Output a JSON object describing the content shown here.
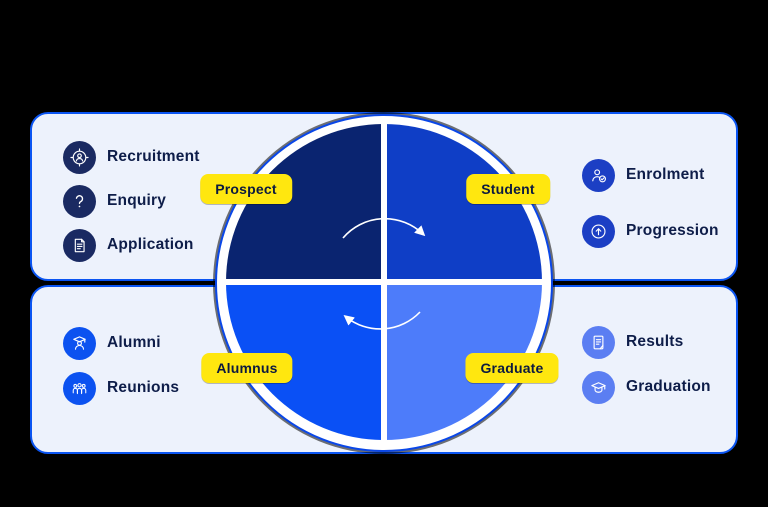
{
  "cycle": {
    "direction": "clockwise",
    "badge_bg": "#ffe70f",
    "badge_text_color": "#0c1a40",
    "quadrants": [
      {
        "id": "prospect",
        "label": "Prospect",
        "color": "#0a2470"
      },
      {
        "id": "student",
        "label": "Student",
        "color": "#0f3ec6"
      },
      {
        "id": "graduate",
        "label": "Graduate",
        "color": "#4d7cfa"
      },
      {
        "id": "alumnus",
        "label": "Alumnus",
        "color": "#0a50f5"
      }
    ]
  },
  "panels": {
    "prospect": {
      "icon_color": "#1a2a62",
      "items": [
        {
          "label": "Recruitment",
          "icon": "target-person-icon"
        },
        {
          "label": "Enquiry",
          "icon": "question-icon"
        },
        {
          "label": "Application",
          "icon": "document-icon"
        }
      ]
    },
    "student": {
      "icon_color": "#1c3fc4",
      "items": [
        {
          "label": "Enrolment",
          "icon": "person-check-icon"
        },
        {
          "label": "Progression",
          "icon": "arrow-up-circle-icon"
        }
      ]
    },
    "alumnus": {
      "icon_color": "#0c52f0",
      "items": [
        {
          "label": "Alumni",
          "icon": "graduate-person-icon"
        },
        {
          "label": "Reunions",
          "icon": "people-group-icon"
        }
      ]
    },
    "graduate": {
      "icon_color": "#5b7ef2",
      "items": [
        {
          "label": "Results",
          "icon": "report-icon"
        },
        {
          "label": "Graduation",
          "icon": "mortarboard-icon"
        }
      ]
    }
  }
}
